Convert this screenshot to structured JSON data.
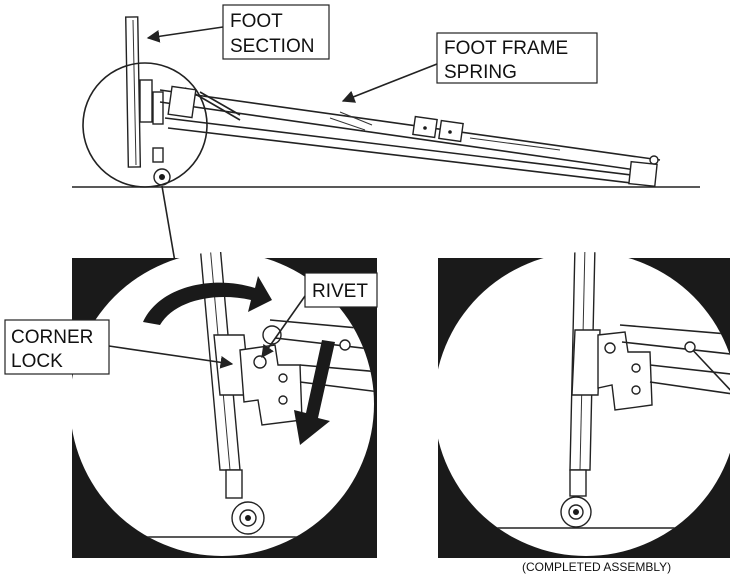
{
  "callouts": {
    "foot_section_1": "FOOT",
    "foot_section_2": "SECTION",
    "foot_frame_spring_1": "FOOT FRAME",
    "foot_frame_spring_2": "SPRING",
    "rivet": "RIVET",
    "corner_lock_1": "CORNER",
    "corner_lock_2": "LOCK"
  },
  "caption": "(COMPLETED ASSEMBLY)",
  "icons": {
    "rotate_arrow": "curved-rotate-arrow-icon",
    "down_arrow": "down-arrow-icon",
    "caster": "caster-wheel-icon"
  },
  "colors": {
    "ink": "#1a1a1a",
    "background": "#ffffff"
  }
}
